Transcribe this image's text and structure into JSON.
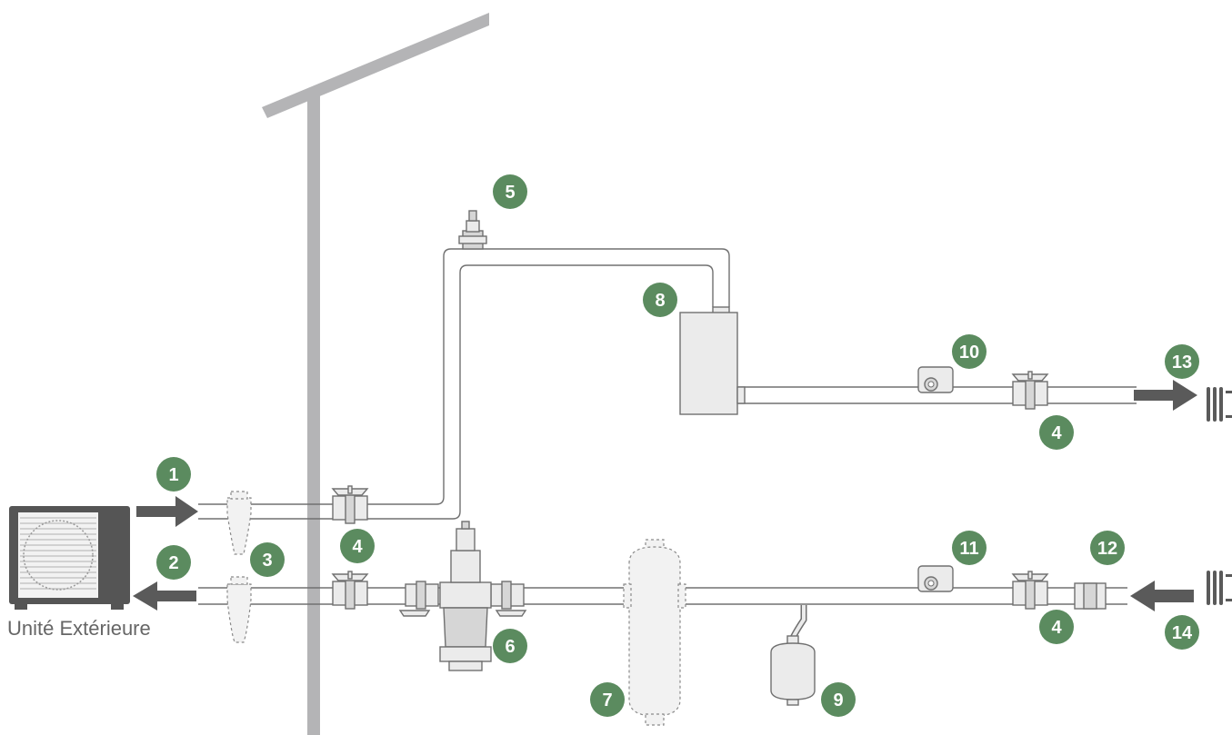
{
  "outdoor_unit": {
    "label": "Unité Extérieure"
  },
  "badges": [
    "1",
    "2",
    "3",
    "4",
    "5",
    "6",
    "7",
    "8",
    "9",
    "10",
    "11",
    "12",
    "13",
    "14"
  ],
  "colors": {
    "badge": "#5b8b5f",
    "arrow": "#5a5a5a",
    "roof": "#b4b4b6",
    "outdoor_unit": "#555555",
    "pipe_outline": "#707070",
    "component_fill": "#ebebeb"
  },
  "icons": {
    "flow_arrow": "arrow-icon",
    "radiator": "radiator-icon",
    "valve": "ball-valve-icon"
  }
}
